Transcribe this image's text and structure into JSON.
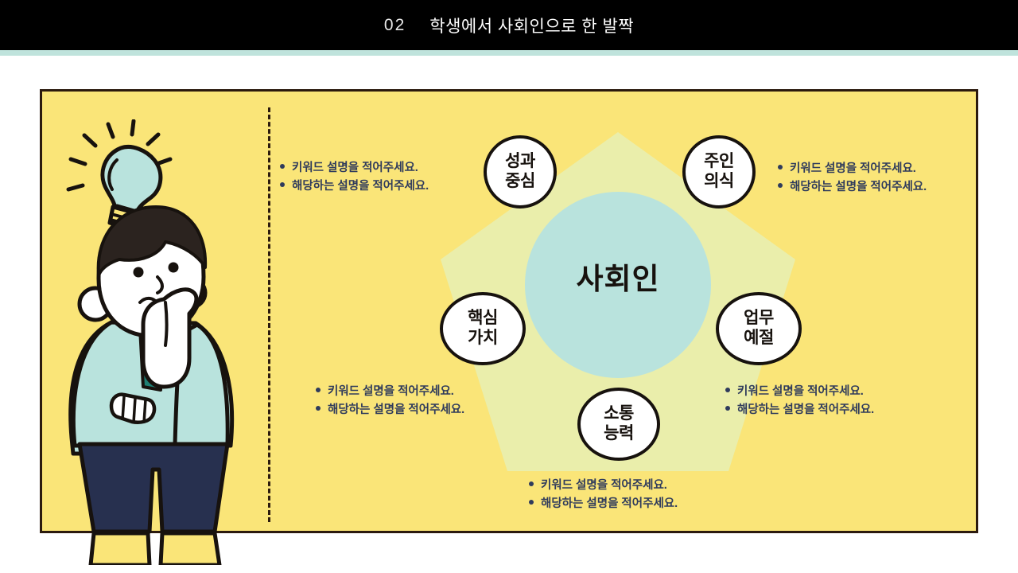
{
  "header": {
    "number": "02",
    "title": "학생에서 사회인으로 한 발짝",
    "bar_color": "#000000",
    "accent_color": "#bfe3dc"
  },
  "panel": {
    "background": "#fae578",
    "border_color": "#2b1a0e"
  },
  "diagram": {
    "center_label": "사회인",
    "center_circle_color": "#b9e3dd",
    "pentagon_color": "#eaeeab",
    "keywords": [
      {
        "id": "top-left",
        "line1": "성과",
        "line2": "중심"
      },
      {
        "id": "top-right",
        "line1": "주인",
        "line2": "의식"
      },
      {
        "id": "mid-left",
        "line1": "핵심",
        "line2": "가치"
      },
      {
        "id": "mid-right",
        "line1": "업무",
        "line2": "예절"
      },
      {
        "id": "bottom",
        "line1": "소통",
        "line2": "능력"
      }
    ]
  },
  "bullet_groups": [
    {
      "id": "top-left",
      "items": [
        "키워드 설명을 적어주세요.",
        "해당하는 설명을 적어주세요."
      ]
    },
    {
      "id": "top-right",
      "items": [
        "키워드 설명을 적어주세요.",
        "해당하는 설명을 적어주세요."
      ]
    },
    {
      "id": "mid-left",
      "items": [
        "키워드 설명을 적어주세요.",
        "해당하는 설명을 적어주세요."
      ]
    },
    {
      "id": "mid-right",
      "items": [
        "키워드 설명을 적어주세요.",
        "해당하는 설명을 적어주세요."
      ]
    },
    {
      "id": "bottom",
      "items": [
        "키워드 설명을 적어주세요.",
        "해당하는 설명을 적어주세요."
      ]
    }
  ],
  "illustration": {
    "name": "thinking-person-illustration",
    "lightbulb_color": "#b9e3dd",
    "sweater_color": "#b9e3dd",
    "collar_color": "#1f7f73",
    "hair_color": "#2b231f",
    "pants_color": "#27304f",
    "shoe_color": "#fae578",
    "skin_color": "#ffffff"
  }
}
